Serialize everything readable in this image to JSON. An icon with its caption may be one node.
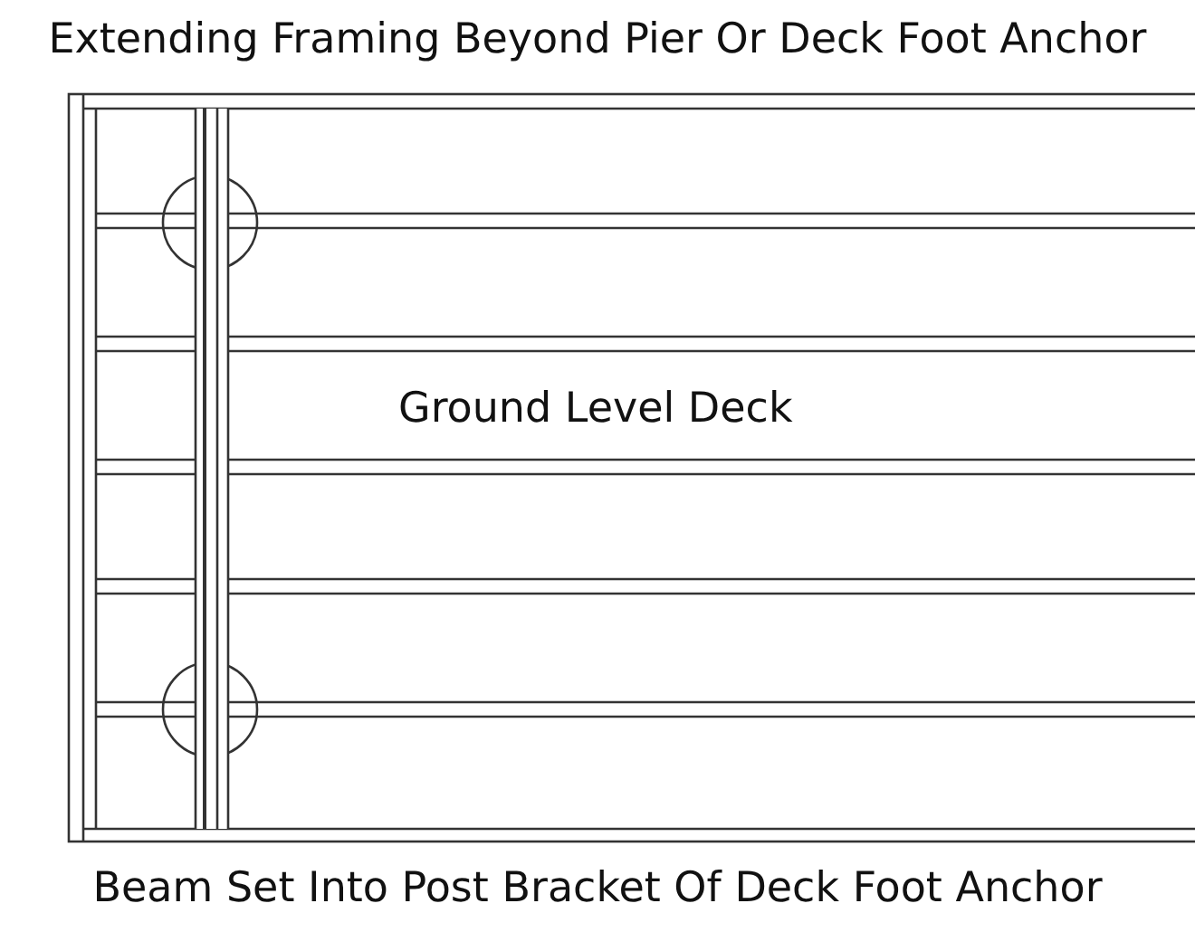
{
  "diagram": {
    "title": "Extending Framing Beyond Pier Or Deck Foot Anchor",
    "caption": "Beam Set Into Post Bracket Of Deck Foot Anchor",
    "labels": [
      "Ground Level Deck"
    ]
  }
}
